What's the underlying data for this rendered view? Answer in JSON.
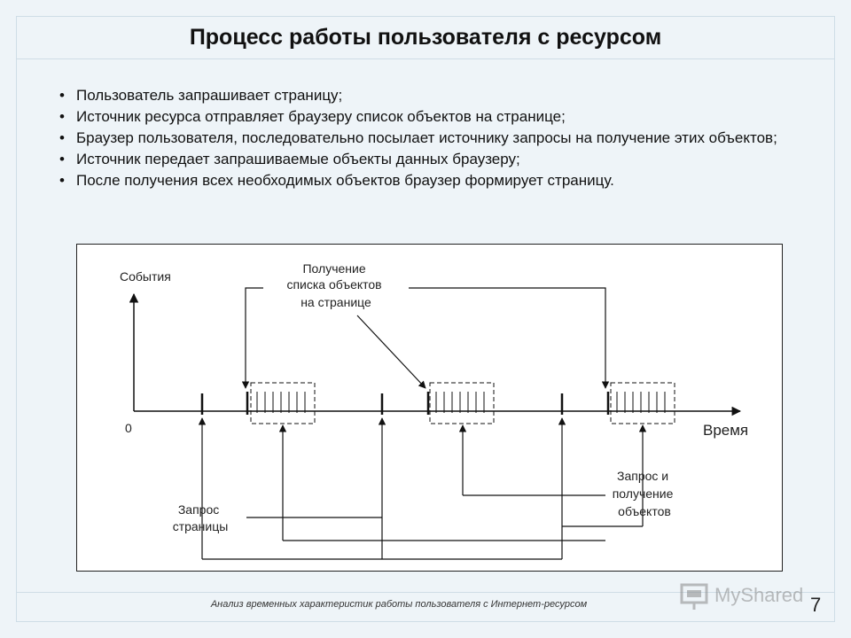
{
  "slide": {
    "title": "Процесс работы пользователя с ресурсом",
    "bullets": [
      "Пользователь запрашивает страницу;",
      "Источник ресурса отправляет браузеру список объектов на странице;",
      "Браузер пользователя, последовательно посылает источнику запросы на получение этих объектов;",
      "Источник передает запрашиваемые объекты данных браузеру;",
      "После получения всех необходимых объектов браузер формирует страницу."
    ],
    "footer": "Анализ временных характеристик работы пользователя с Интернет-ресурсом",
    "page_number": "7",
    "watermark": "MyShared"
  },
  "diagram": {
    "y_axis_label": "События",
    "x_axis_label": "Время",
    "origin_label": "0",
    "label_object_list": [
      "Получение",
      "списка объектов",
      "на странице"
    ],
    "label_page_request": [
      "Запрос",
      "страницы"
    ],
    "label_object_request": [
      "Запрос и",
      "получение",
      "объектов"
    ]
  }
}
